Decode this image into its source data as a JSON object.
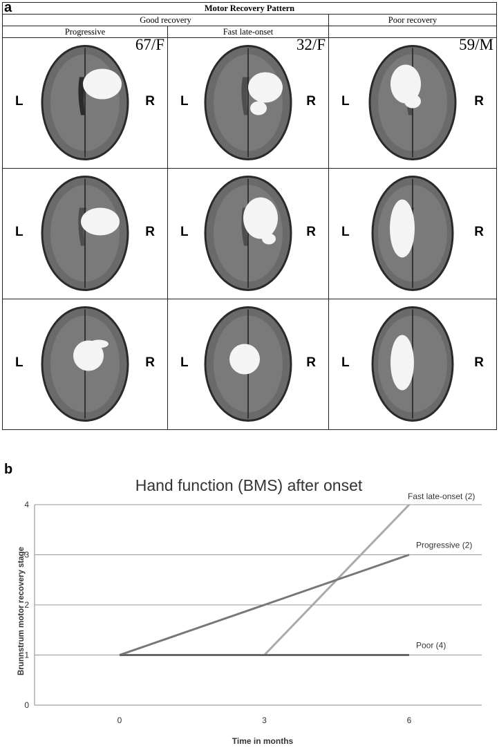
{
  "panel_a": {
    "letter": "a",
    "title": "Motor Recovery Pattern",
    "groups": [
      "Good recovery",
      "Poor recovery"
    ],
    "subgroups": [
      "Progressive",
      "Fast late-onset",
      ""
    ],
    "patients": [
      "67/F",
      "32/F",
      "59/M"
    ],
    "left_label": "L",
    "right_label": "R"
  },
  "panel_b": {
    "letter": "b"
  },
  "chart_data": {
    "type": "line",
    "title": "Hand function (BMS) after onset",
    "xlabel": "Time in months",
    "ylabel": "Brunnstrum motor recovery stage",
    "x": [
      0,
      3,
      6
    ],
    "x_ticks": [
      "0",
      "3",
      "6"
    ],
    "y_ticks": [
      "0",
      "1",
      "2",
      "3",
      "4"
    ],
    "ylim": [
      0,
      4
    ],
    "grid": true,
    "series": [
      {
        "name": "Fast late-onset (2)",
        "values": [
          1,
          1,
          4
        ],
        "color": "#aaaaaa"
      },
      {
        "name": "Progressive (2)",
        "values": [
          1,
          2,
          3
        ],
        "color": "#777777"
      },
      {
        "name": "Poor (4)",
        "values": [
          1,
          1,
          1
        ],
        "color": "#666666"
      }
    ]
  }
}
